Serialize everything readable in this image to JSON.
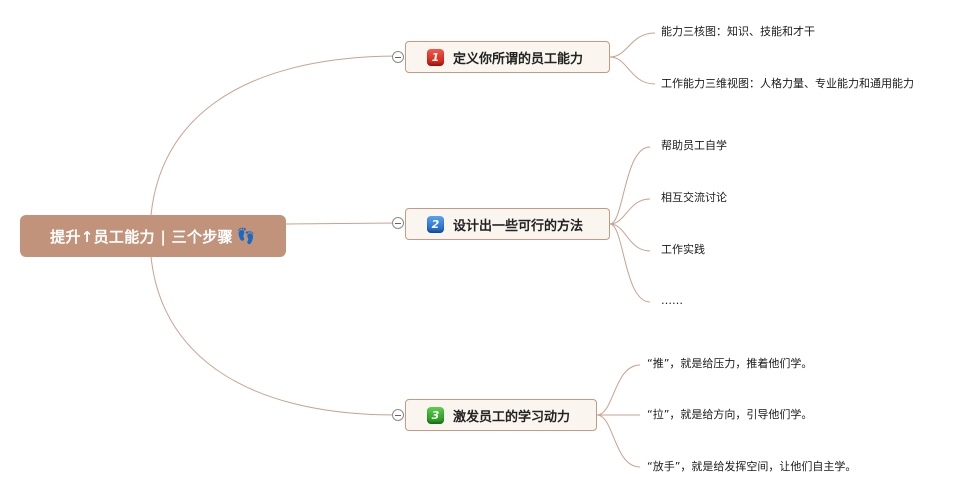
{
  "root": {
    "title": "提升↑员工能力 | 三个步骤",
    "icon": "footprints-icon"
  },
  "branches": [
    {
      "number": "1",
      "badge_color": "#e0261b",
      "title": "定义你所谓的员工能力",
      "leaves": [
        "能力三核图：知识、技能和才干",
        "工作能力三维视图：人格力量、专业能力和通用能力"
      ]
    },
    {
      "number": "2",
      "badge_color": "#2f7fd8",
      "title": "设计出一些可行的方法",
      "leaves": [
        "帮助员工自学",
        "相互交流讨论",
        "工作实践",
        "……"
      ]
    },
    {
      "number": "3",
      "badge_color": "#33a62a",
      "title": "激发员工的学习动力",
      "leaves": [
        "“推”，就是给压力，推着他们学。",
        "“拉”，就是给方向，引导他们学。",
        "“放手”，就是给发挥空间，让他们自主学。"
      ]
    }
  ],
  "colors": {
    "root_fill": "#c1937a",
    "connector": "#c8a28e",
    "branch_border": "#c49a82",
    "branch_fill": "#faf5ef"
  }
}
